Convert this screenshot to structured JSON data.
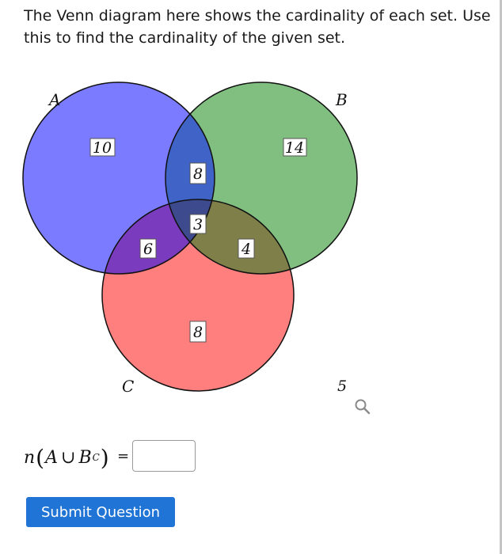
{
  "question": {
    "text": "The Venn diagram here shows the cardinality of each set. Use this to find the cardinality of the given set."
  },
  "venn": {
    "sets": {
      "a": {
        "label": "A",
        "color": "#7b7bff"
      },
      "b": {
        "label": "B",
        "color": "#80bf80"
      },
      "c": {
        "label": "C",
        "color": "#ff7f7f"
      }
    },
    "regions": {
      "a_only": "10",
      "b_only": "14",
      "ab_only": "8",
      "abc": "3",
      "ac_only": "6",
      "bc_only": "4",
      "c_only": "8",
      "outside": "5"
    }
  },
  "expression": {
    "n": "n",
    "open_paren": "(",
    "set_a": "A",
    "union": "∪",
    "set_b": "B",
    "complement": "C",
    "close_paren": ")",
    "equals": "="
  },
  "answer": {
    "value": ""
  },
  "buttons": {
    "submit_label": "Submit Question"
  },
  "icons": {
    "zoom": "magnifier-icon"
  }
}
